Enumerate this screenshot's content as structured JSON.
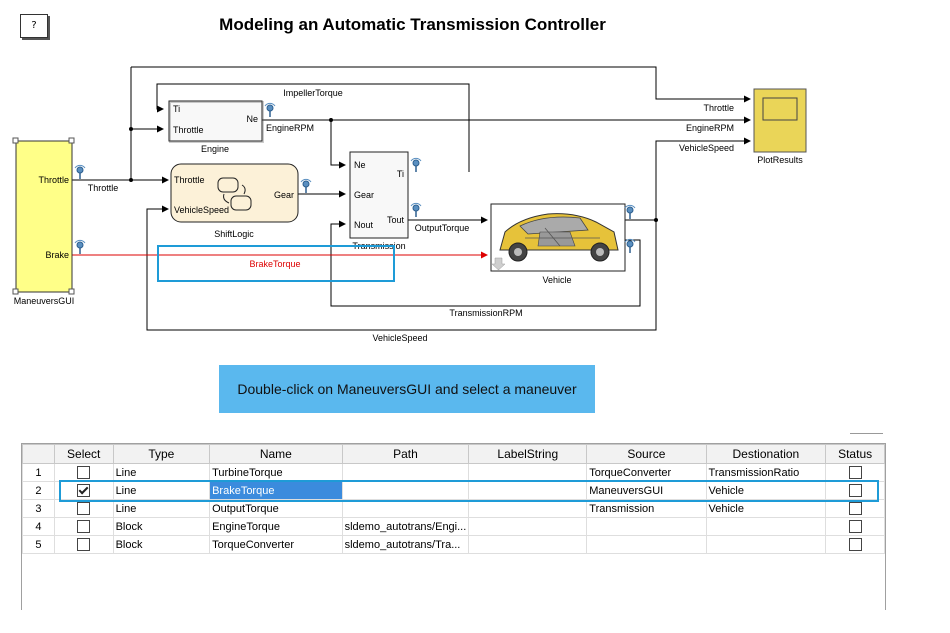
{
  "help_button": {
    "label": "?"
  },
  "title": "Modeling an Automatic Transmission Controller",
  "blocks": {
    "maneuvers": {
      "name": "ManeuversGUI",
      "port_throttle": "Throttle",
      "port_brake": "Brake"
    },
    "engine": {
      "name": "Engine",
      "in_ti": "Ti",
      "in_throttle": "Throttle",
      "out_ne": "Ne"
    },
    "shiftlogic": {
      "name": "ShiftLogic",
      "in_throttle": "Throttle",
      "in_speed": "VehicleSpeed",
      "out_gear": "Gear"
    },
    "transmission": {
      "name": "Transmission",
      "in_ne": "Ne",
      "in_gear": "Gear",
      "in_nout": "Nout",
      "out_ti": "Ti",
      "out_tout": "Tout"
    },
    "vehicle": {
      "name": "Vehicle"
    },
    "plotresults": {
      "name": "PlotResults"
    }
  },
  "signals": {
    "impeller_torque": "ImpellerTorque",
    "engine_rpm_a": "EngineRPM",
    "throttle_main": "Throttle",
    "throttle_plot": "Throttle",
    "engine_rpm_plot": "EngineRPM",
    "vehicle_speed_plot": "VehicleSpeed",
    "output_torque": "OutputTorque",
    "brake_torque": "BrakeTorque",
    "transmission_rpm": "TransmissionRPM",
    "vehicle_speed_bottom": "VehicleSpeed"
  },
  "hint": "Double-click on ManeuversGUI and select a maneuver",
  "table": {
    "columns": [
      "",
      "Select",
      "Type",
      "Name",
      "Path",
      "LabelString",
      "Source",
      "Destionation",
      "Status"
    ],
    "rows": [
      {
        "num": "1",
        "type": "Line",
        "name": "TurbineTorque",
        "path": "",
        "label": "",
        "source": "TorqueConverter",
        "dest": "TransmissionRatio",
        "selected": false
      },
      {
        "num": "2",
        "type": "Line",
        "name": "BrakeTorque",
        "path": "",
        "label": "",
        "source": "ManeuversGUI",
        "dest": "Vehicle",
        "selected": true
      },
      {
        "num": "3",
        "type": "Line",
        "name": "OutputTorque",
        "path": "",
        "label": "",
        "source": "Transmission",
        "dest": "Vehicle",
        "selected": false
      },
      {
        "num": "4",
        "type": "Block",
        "name": "EngineTorque",
        "path": "sldemo_autotrans/Engi...",
        "label": "",
        "source": "",
        "dest": "",
        "selected": false
      },
      {
        "num": "5",
        "type": "Block",
        "name": "TorqueConverter",
        "path": "sldemo_autotrans/Tra...",
        "label": "",
        "source": "",
        "dest": "",
        "selected": false
      }
    ]
  },
  "colors": {
    "maneuvers_fill": "#ffff88",
    "plot_fill": "#ead558",
    "brake_line": "#dd0000",
    "highlight": "#1e9bd7",
    "hint_bg": "#5ab8ee"
  }
}
